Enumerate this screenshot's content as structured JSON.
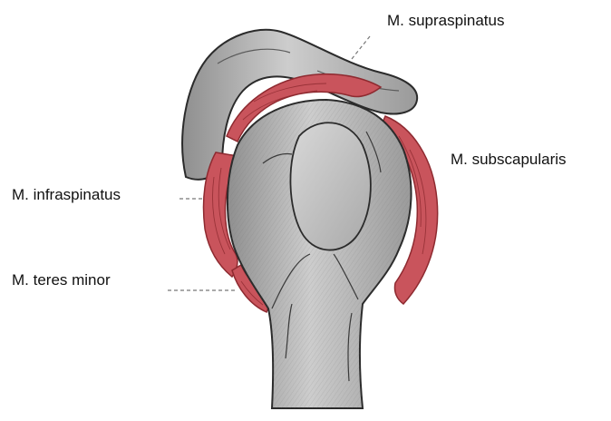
{
  "figure": {
    "labels": {
      "supraspinatus": "M. supraspinatus",
      "subscapularis": "M. subscapularis",
      "infraspinatus": "M. infraspinatus",
      "teres_minor": "M. teres minor"
    },
    "colors": {
      "background": "#ffffff",
      "bone_fill": "#a8a8a8",
      "bone_light": "#cfcfcf",
      "bone_outline": "#2b2b2b",
      "muscle_fill": "#c9545c",
      "muscle_dark": "#8e2a30",
      "leader_line": "#777777",
      "text": "#111111"
    }
  }
}
